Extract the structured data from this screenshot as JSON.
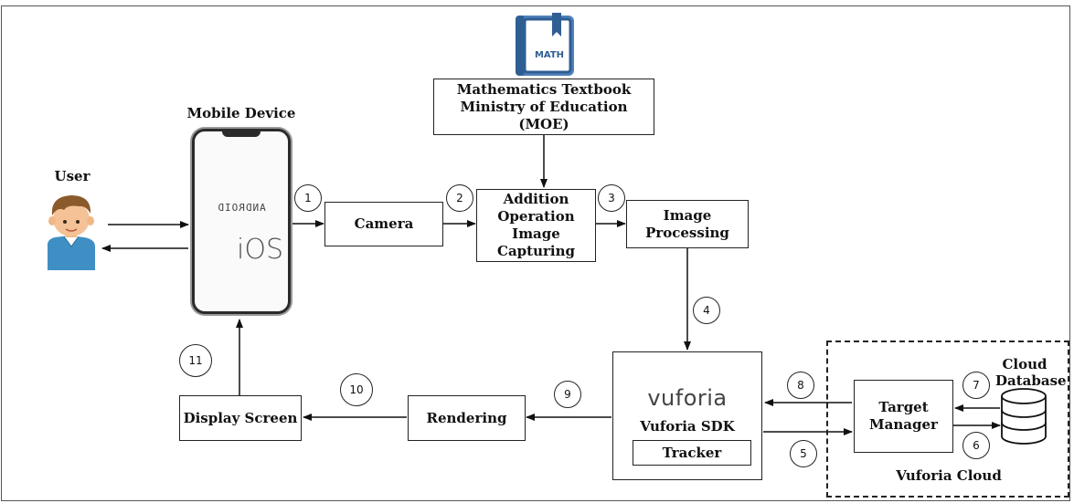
{
  "actors": {
    "user_label": "User",
    "mobile_device_label": "Mobile Device",
    "android_label": "ANDROID",
    "ios_label": "iOS"
  },
  "textbook": {
    "icon_label": "MATH",
    "line1": "Mathematics Textbook",
    "line2": "Ministry of Education (MOE)"
  },
  "boxes": {
    "camera": "Camera",
    "addition_line1": "Addition",
    "addition_line2": "Operation",
    "addition_line3": "Image",
    "addition_line4": "Capturing",
    "image_processing_line1": "Image",
    "image_processing_line2": "Processing",
    "vuforia_brand": "vuforia",
    "vuforia_sdk": "Vuforia SDK",
    "tracker": "Tracker",
    "rendering": "Rendering",
    "display_screen": "Display Screen",
    "target_manager_line1": "Target",
    "target_manager_line2": "Manager",
    "cloud_database_line1": "Cloud",
    "cloud_database_line2": "Database",
    "vuforia_cloud": "Vuforia Cloud"
  },
  "steps": [
    "1",
    "2",
    "3",
    "4",
    "5",
    "6",
    "7",
    "8",
    "9",
    "10",
    "11"
  ]
}
